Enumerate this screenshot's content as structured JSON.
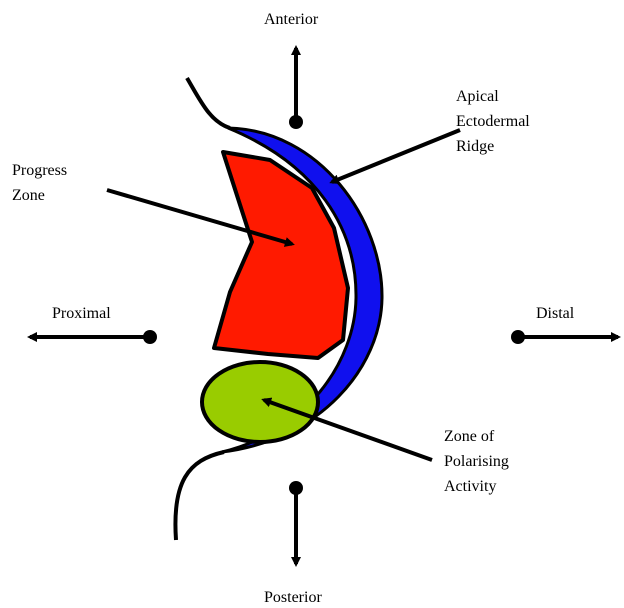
{
  "labels": {
    "anterior": "Anterior",
    "posterior": "Posterior",
    "proximal": "Proximal",
    "distal": "Distal",
    "aer": [
      "Apical",
      "Ectodermal",
      "Ridge"
    ],
    "progress_zone": [
      "Progress",
      "Zone"
    ],
    "zpa": [
      "Zone of",
      "Polarising",
      "Activity"
    ]
  },
  "colors": {
    "aer": "#1010ee",
    "progress_zone": "#ff1a00",
    "zpa": "#99cc00",
    "outline": "#000000"
  }
}
